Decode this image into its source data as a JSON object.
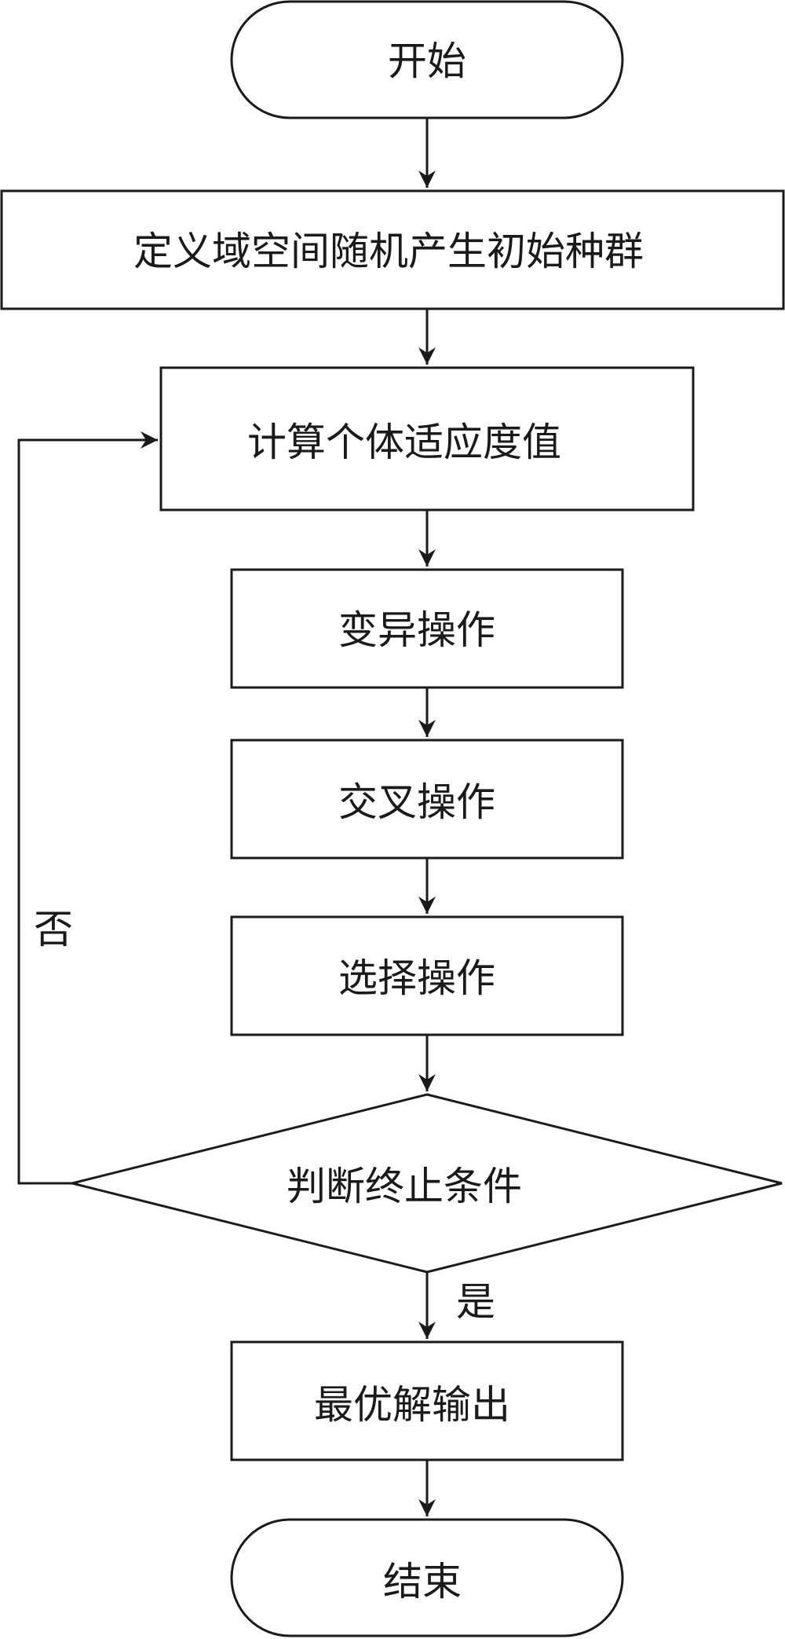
{
  "nodes": {
    "start": "开始",
    "init_population": "定义域空间随机产生初始种群",
    "fitness": "计算个体适应度值",
    "mutation": "变异操作",
    "crossover": "交叉操作",
    "selection": "选择操作",
    "check_termination": "判断终止条件",
    "output": "最优解输出",
    "end": "结束"
  },
  "edges": {
    "no": "否",
    "yes": "是"
  }
}
